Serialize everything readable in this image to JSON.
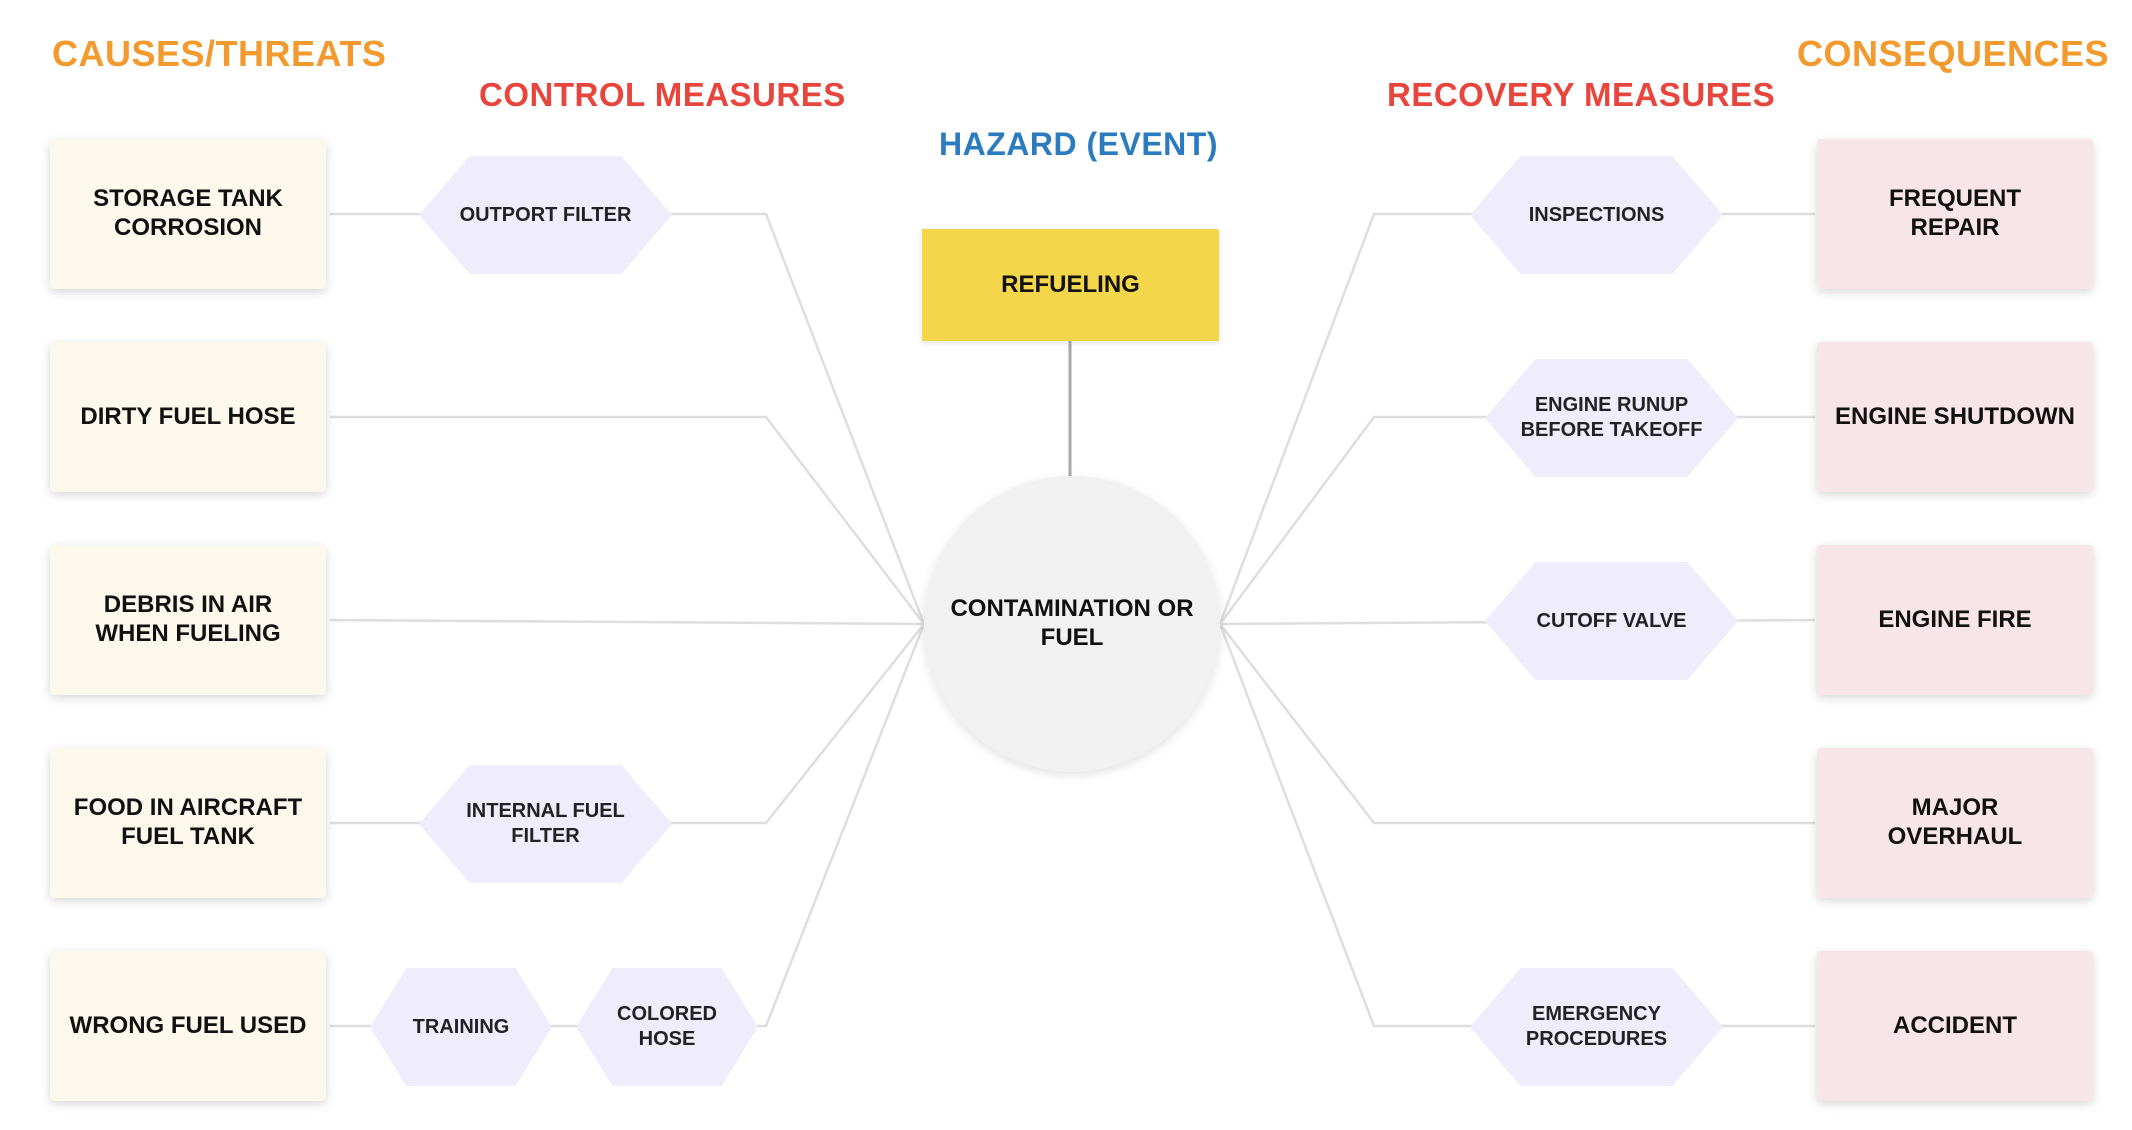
{
  "headings": {
    "causes": "CAUSES/THREATS",
    "control": "CONTROL MEASURES",
    "hazard": "HAZARD (EVENT)",
    "recovery": "RECOVERY MEASURES",
    "consequences": "CONSEQUENCES"
  },
  "hazard_box": "REFUELING",
  "top_event": "CONTAMINATION OR FUEL",
  "causes": [
    "STORAGE TANK CORROSION",
    "DIRTY FUEL HOSE",
    "DEBRIS IN AIR WHEN FUELING",
    "FOOD IN AIRCRAFT FUEL TANK",
    "WRONG FUEL USED"
  ],
  "controls": {
    "outport_filter": "OUTPORT FILTER",
    "internal_fuel_filter": "INTERNAL FUEL FILTER",
    "training": "TRAINING",
    "colored_hose": "COLORED HOSE"
  },
  "recovery": {
    "inspections": "INSPECTIONS",
    "engine_runup": "ENGINE RUNUP BEFORE TAKEOFF",
    "cutoff_valve": "CUTOFF VALVE",
    "emergency_procedures": "EMERGENCY PROCEDURES"
  },
  "consequences": [
    "FREQUENT REPAIR",
    "ENGINE SHUTDOWN",
    "ENGINE FIRE",
    "MAJOR OVERHAUL",
    "ACCIDENT"
  ],
  "colors": {
    "causes_heading": "#f29a2e",
    "measures_heading": "#e8453c",
    "hazard_heading": "#2a7bbf",
    "hazard_fill": "#f4d64a",
    "event_fill": "#f0f1f0",
    "cause_fill": "#fdf8ec",
    "consequence_fill": "#f8e5ea",
    "measure_fill": "#efedfb",
    "connector": "#dedede"
  }
}
